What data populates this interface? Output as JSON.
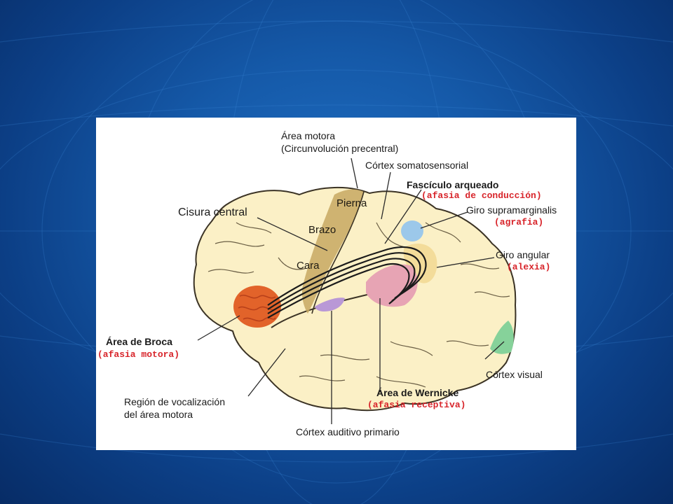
{
  "labels": {
    "area_motora": "Área motora",
    "circunvolucion": "(Circunvolución precentral)",
    "cortex_somatosensorial": "Córtex somatosensorial",
    "fasciculo": "Fascículo arqueado",
    "afasia_conduccion": "(afasia de conducción)",
    "giro_supramarginalis": "Giro supramarginalis",
    "agrafia": "(agrafia)",
    "cisura_central": "Cisura central",
    "pierna": "Pierna",
    "brazo": "Brazo",
    "cara": "Cara",
    "giro_angular": "Giro angular",
    "alexia": "(alexia)",
    "area_broca": "Área de Broca",
    "afasia_motora": "(afasia motora)",
    "cortex_visual": "Córtex visual",
    "area_wernicke": "Área de Wernicke",
    "afasia_receptiva": "(afasia receptiva)",
    "region_vocalizacion": "Región de vocalización",
    "del_area_motora": "del área motora",
    "cortex_auditivo": "Córtex auditivo primario"
  },
  "colors": {
    "slide_background": "#1559a8",
    "brain_fill": "#fbf0c6",
    "motor_strip": "#c7a862",
    "broca": "#e2632a",
    "wernicke": "#e7a4b4",
    "supramarginal": "#9cc8ea",
    "angular": "#f3dc9a",
    "auditory": "#b998d6",
    "visual": "#86d29a",
    "label_red": "#d8252b"
  }
}
